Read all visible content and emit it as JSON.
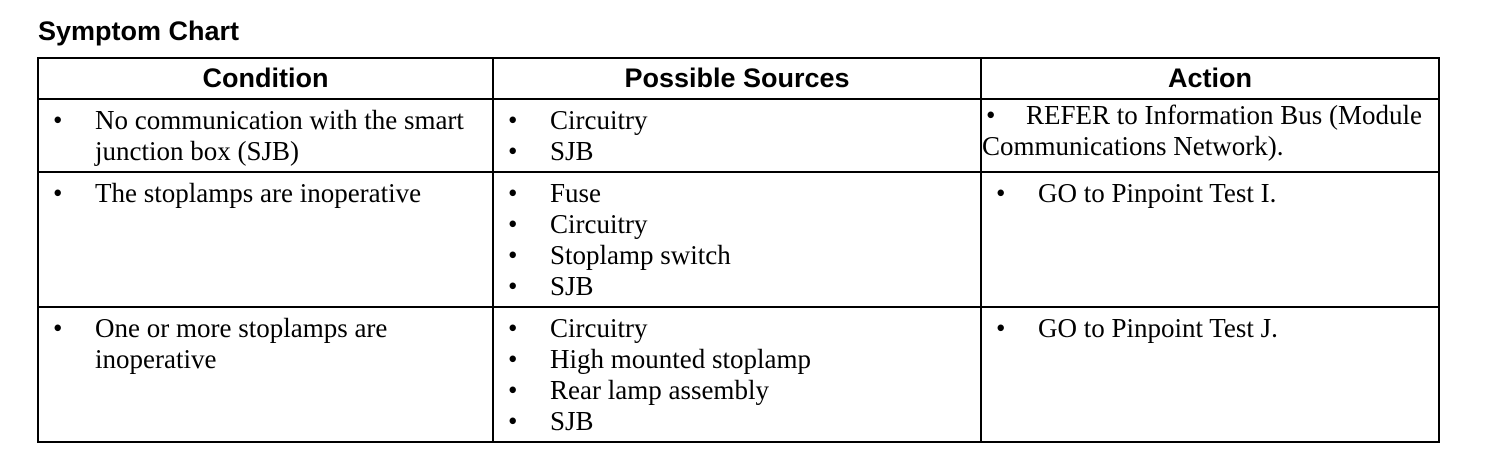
{
  "title": "Symptom Chart",
  "bullet": "•",
  "columns": [
    "Condition",
    "Possible Sources",
    "Action"
  ],
  "rows": [
    {
      "condition": [
        "No communication with the smart junction box (SJB)"
      ],
      "sources": [
        "Circuitry",
        "SJB"
      ],
      "action": [
        "REFER to Information Bus (Module Communications Network)."
      ]
    },
    {
      "condition": [
        "The stoplamps are inoperative"
      ],
      "sources": [
        "Fuse",
        "Circuitry",
        "Stoplamp switch",
        "SJB"
      ],
      "action": [
        "GO to Pinpoint Test I."
      ]
    },
    {
      "condition": [
        "One or more stoplamps are inoperative"
      ],
      "sources": [
        "Circuitry",
        "High mounted stoplamp",
        "Rear lamp assembly",
        "SJB"
      ],
      "action": [
        "GO to Pinpoint Test J."
      ]
    }
  ]
}
